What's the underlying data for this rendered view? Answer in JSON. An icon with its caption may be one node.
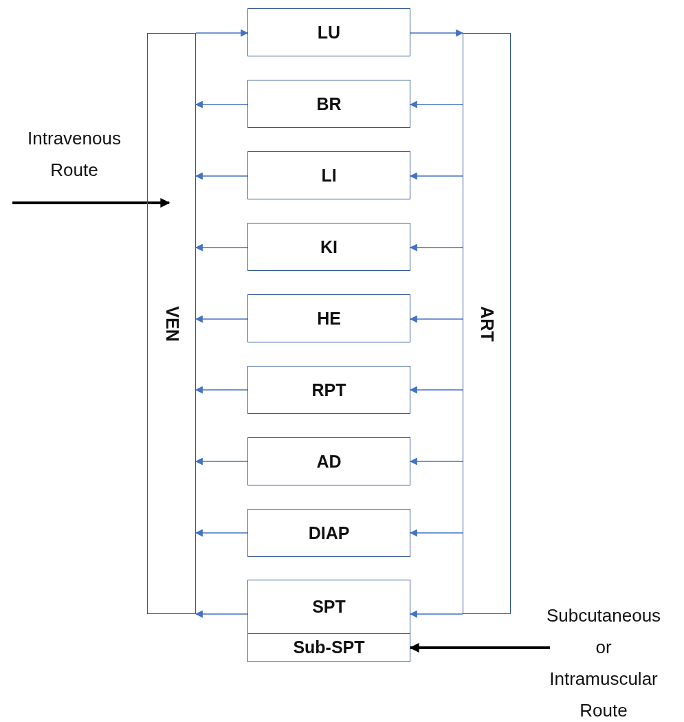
{
  "diagram": {
    "nodes": [
      {
        "text": [
          "Intravenous Route"
        ]
      },
      {
        "text": [
          "VEN"
        ]
      },
      {
        "text": [
          "LU"
        ]
      },
      {
        "text": [
          "BR"
        ]
      },
      {
        "text": [
          "LI"
        ]
      },
      {
        "text": [
          "KI"
        ]
      },
      {
        "text": [
          "HE"
        ]
      },
      {
        "text": [
          "RPT"
        ]
      },
      {
        "text": [
          "AD"
        ]
      },
      {
        "text": [
          "DIAP"
        ]
      },
      {
        "text": [
          "SPT"
        ]
      },
      {
        "text": [
          "Sub-SPT"
        ]
      },
      {
        "text": [
          "ART"
        ]
      },
      {
        "text": [
          "Subcutaneous or Intramuscular Route"
        ]
      }
    ],
    "edges": [
      {
        "from": 0,
        "to": 1,
        "arrow": "to",
        "style": "thick",
        "color": "#000000"
      },
      {
        "from": 1,
        "to": 2,
        "arrow": "to"
      },
      {
        "from": 2,
        "to": 12,
        "arrow": "to"
      },
      {
        "from": 12,
        "to": 3,
        "arrow": "to"
      },
      {
        "from": 12,
        "to": 4,
        "arrow": "to"
      },
      {
        "from": 12,
        "to": 5,
        "arrow": "to"
      },
      {
        "from": 12,
        "to": 6,
        "arrow": "to"
      },
      {
        "from": 12,
        "to": 7,
        "arrow": "to"
      },
      {
        "from": 12,
        "to": 8,
        "arrow": "to"
      },
      {
        "from": 12,
        "to": 9,
        "arrow": "to"
      },
      {
        "from": 12,
        "to": 10,
        "arrow": "to"
      },
      {
        "from": 3,
        "to": 1,
        "arrow": "to"
      },
      {
        "from": 4,
        "to": 1,
        "arrow": "to"
      },
      {
        "from": 5,
        "to": 1,
        "arrow": "to"
      },
      {
        "from": 6,
        "to": 1,
        "arrow": "to"
      },
      {
        "from": 7,
        "to": 1,
        "arrow": "to"
      },
      {
        "from": 8,
        "to": 1,
        "arrow": "to"
      },
      {
        "from": 9,
        "to": 1,
        "arrow": "to"
      },
      {
        "from": 10,
        "to": 1,
        "arrow": "to"
      },
      {
        "from": 13,
        "to": 11,
        "arrow": "to",
        "style": "thick",
        "color": "#000000"
      }
    ]
  }
}
